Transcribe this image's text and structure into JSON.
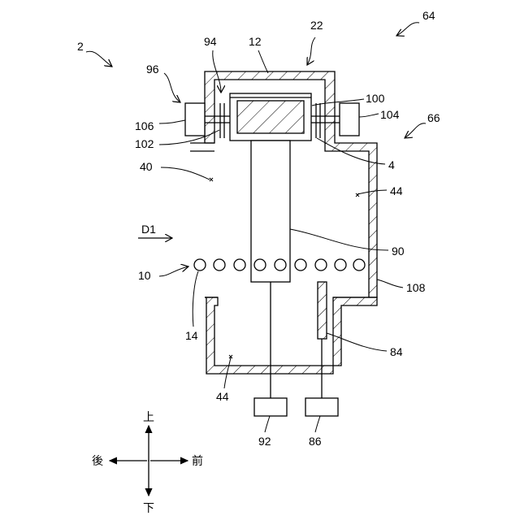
{
  "labels": {
    "l2": "2",
    "l64": "64",
    "l22": "22",
    "l12": "12",
    "l94": "94",
    "l96": "96",
    "l100": "100",
    "l104": "104",
    "l106": "106",
    "l102": "102",
    "l66": "66",
    "l4": "4",
    "l40": "40",
    "l44a": "44",
    "lD1": "D1",
    "l90": "90",
    "l10": "10",
    "l108": "108",
    "l14": "14",
    "l84": "84",
    "l44b": "44",
    "l92": "92",
    "l86": "86"
  },
  "directions": {
    "up": "上",
    "down": "下",
    "back": "後",
    "front": "前"
  }
}
